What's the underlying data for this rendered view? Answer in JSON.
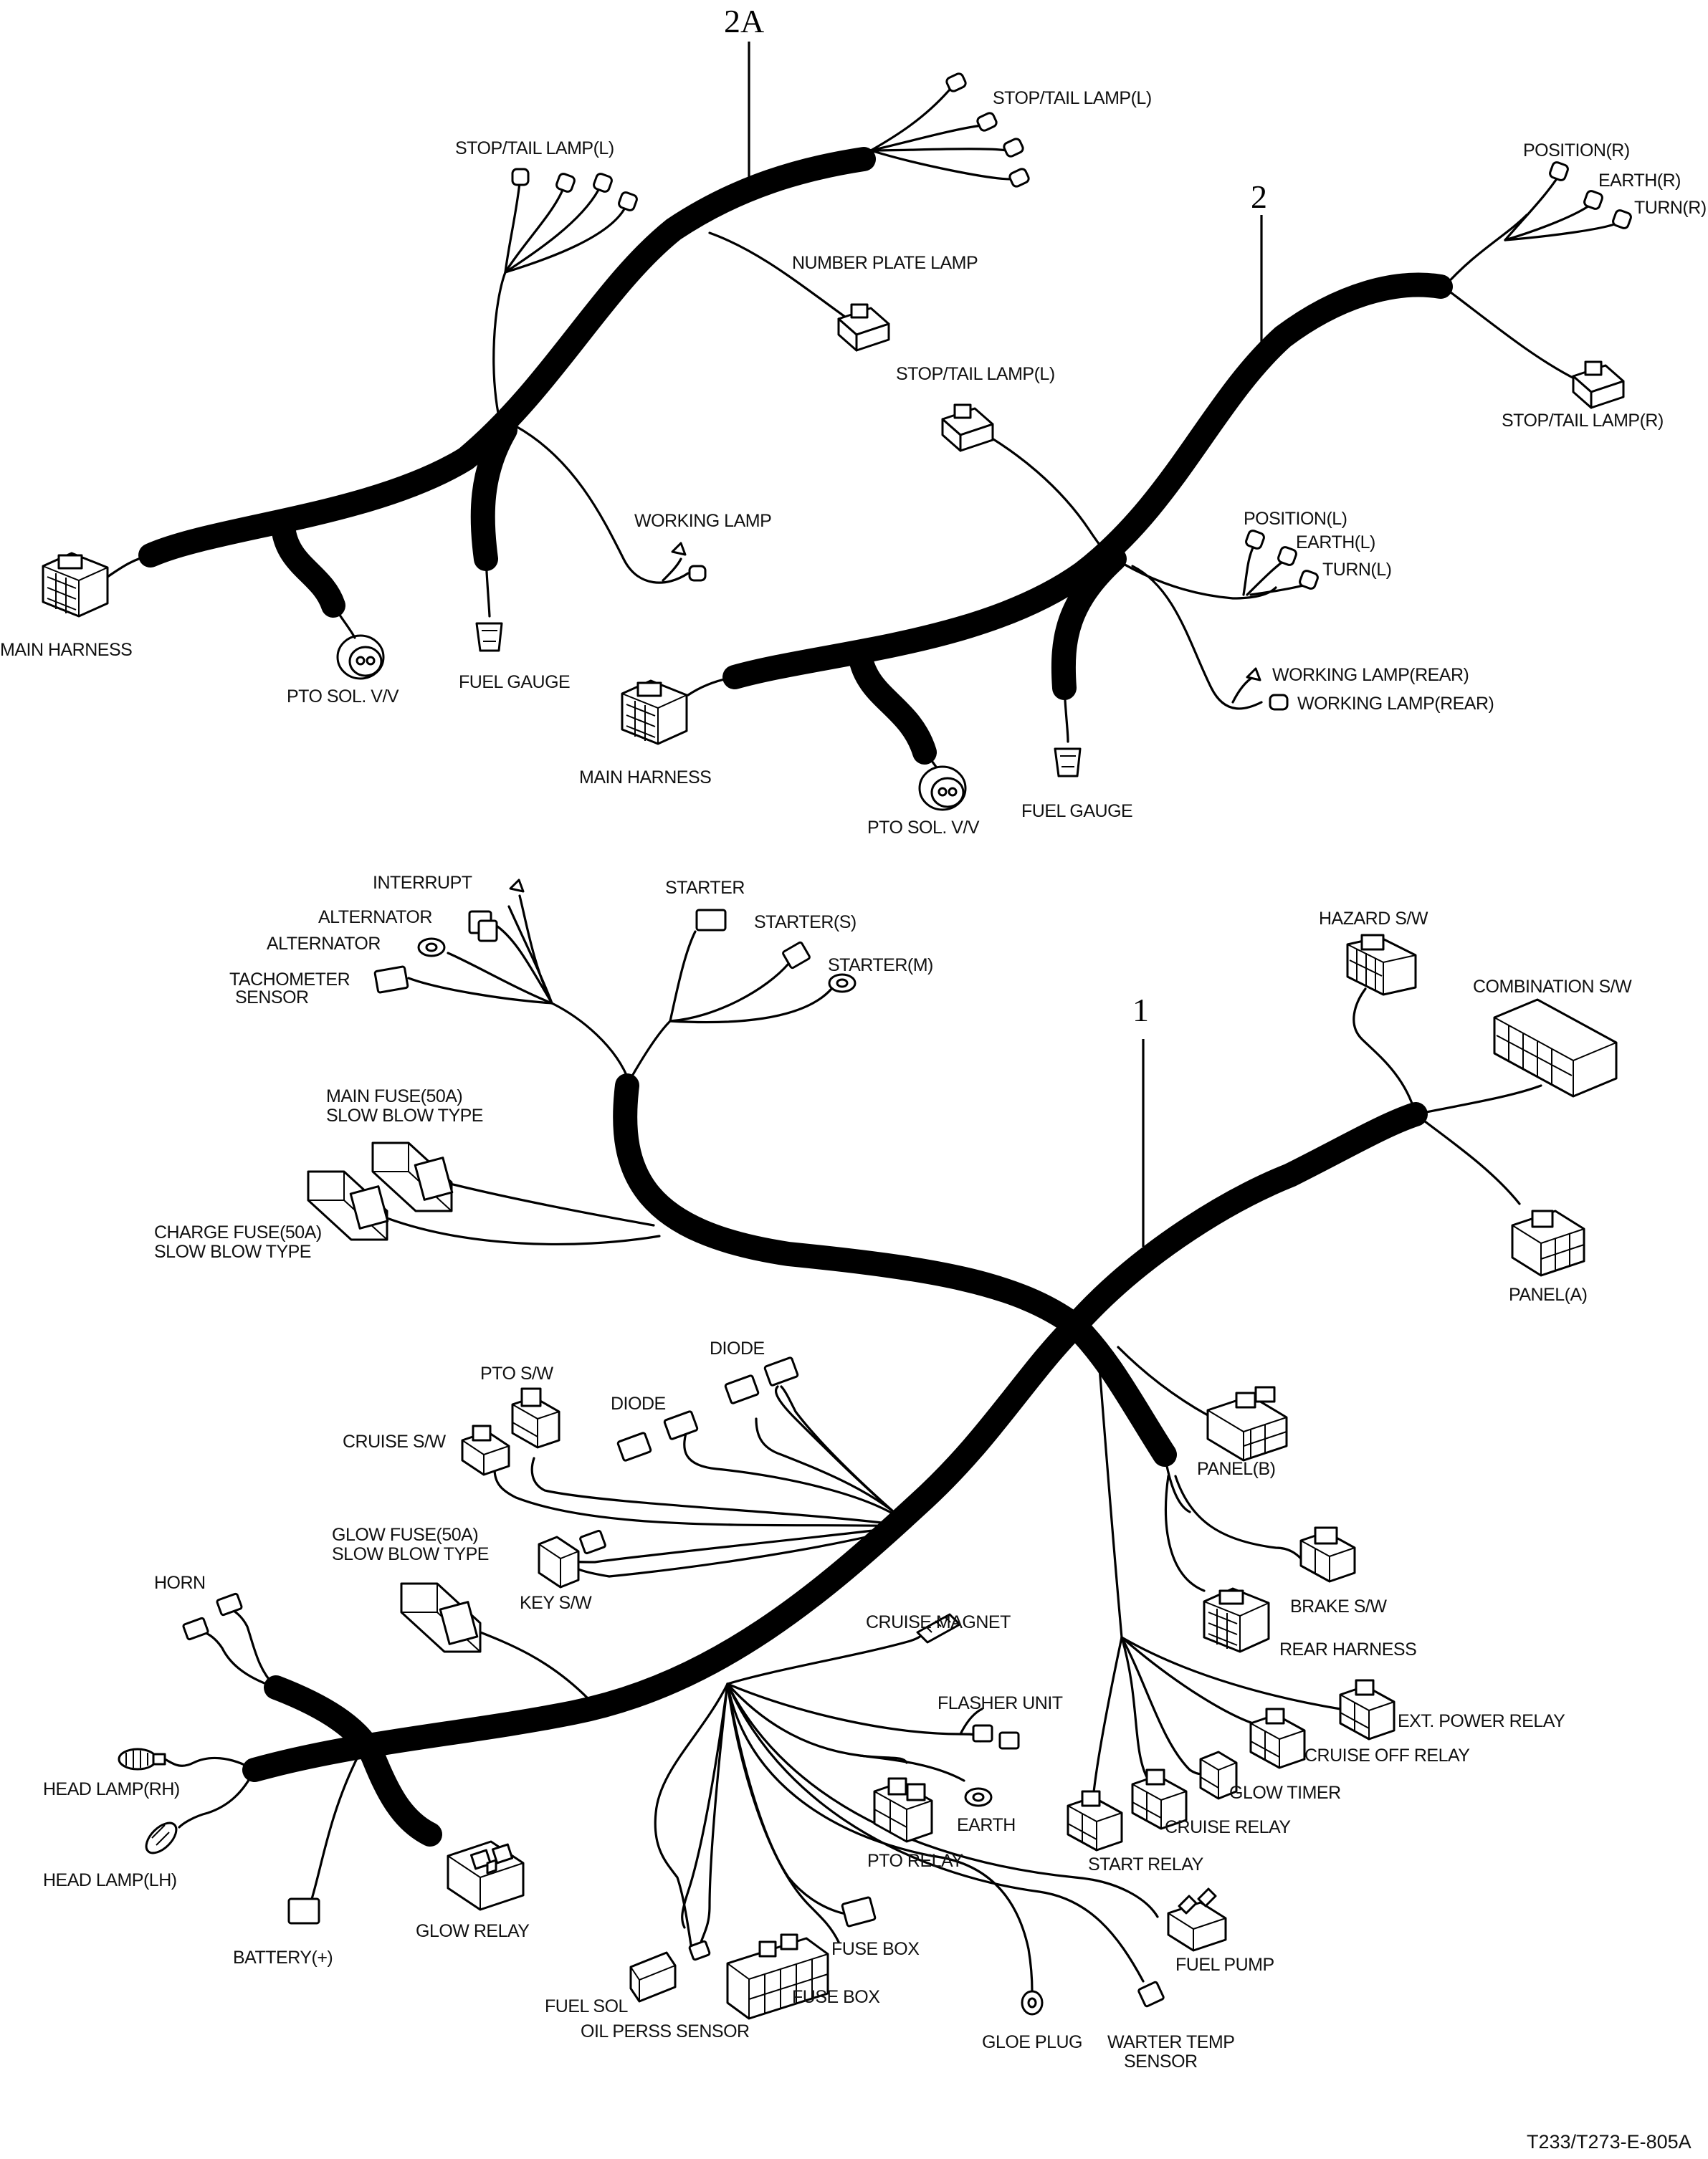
{
  "diagram": {
    "drawing_code": "T233/T273-E-805A",
    "harness_2a": {
      "ref": "2A",
      "labels": {
        "stop_tail_lamp_l_top": "STOP/TAIL LAMP(L)",
        "stop_tail_lamp_l_left": "STOP/TAIL LAMP(L)",
        "number_plate_lamp": "NUMBER PLATE  LAMP",
        "working_lamp": "WORKING LAMP",
        "main_harness": "MAIN HARNESS",
        "pto_sol_vv": "PTO SOL. V/V",
        "fuel_gauge": "FUEL GAUGE"
      }
    },
    "harness_2": {
      "ref": "2",
      "labels": {
        "position_r": "POSITION(R)",
        "earth_r": "EARTH(R)",
        "turn_r": "TURN(R)",
        "stop_tail_lamp_r": "STOP/TAIL LAMP(R)",
        "stop_tail_lamp_l": "STOP/TAIL LAMP(L)",
        "position_l": "POSITION(L)",
        "earth_l": "EARTH(L)",
        "turn_l": "TURN(L)",
        "working_lamp_rear_1": "WORKING LAMP(REAR)",
        "working_lamp_rear_2": "WORKING LAMP(REAR)",
        "main_harness": "MAIN HARNESS",
        "pto_sol_vv": "PTO SOL. V/V",
        "fuel_gauge": "FUEL GAUGE"
      }
    },
    "harness_1": {
      "ref": "1",
      "labels": {
        "interrupt": "INTERRUPT",
        "alternator_1": "ALTERNATOR",
        "alternator_2": "ALTERNATOR",
        "tachometer_sensor_1": "TACHOMETER",
        "tachometer_sensor_2": "SENSOR",
        "starter": "STARTER",
        "starter_s": "STARTER(S)",
        "starter_m": "STARTER(M)",
        "main_fuse_1": "MAIN FUSE(50A)",
        "main_fuse_2": "SLOW BLOW TYPE",
        "charge_fuse_1": "CHARGE FUSE(50A)",
        "charge_fuse_2": "SLOW BLOW TYPE",
        "hazard_sw": "HAZARD S/W",
        "combination_sw": "COMBINATION S/W",
        "panel_a": "PANEL(A)",
        "pto_sw": "PTO S/W",
        "diode_1": "DIODE",
        "diode_2": "DIODE",
        "cruise_sw": "CRUISE S/W",
        "panel_b": "PANEL(B)",
        "glow_fuse_1": "GLOW FUSE(50A)",
        "glow_fuse_2": "SLOW BLOW TYPE",
        "key_sw": "KEY S/W",
        "brake_sw": "BRAKE S/W",
        "rear_harness": "REAR HARNESS",
        "horn": "HORN",
        "cruise_magnet": "CRUISE MAGNET",
        "flasher_unit": "FLASHER UNIT",
        "ext_power_relay": "EXT. POWER RELAY",
        "cruise_off_relay": "CRUISE OFF RELAY",
        "glow_timer": "GLOW TIMER",
        "cruise_relay": "CRUISE RELAY",
        "start_relay": "START RELAY",
        "earth": "EARTH",
        "pto_relay": "PTO RELAY",
        "head_lamp_rh": "HEAD LAMP(RH)",
        "head_lamp_lh": "HEAD LAMP(LH)",
        "battery": "BATTERY(+)",
        "glow_relay": "GLOW RELAY",
        "fuse_box_1": "FUSE BOX",
        "fuse_box_2": "FUSE BOX",
        "fuel_sol": "FUEL SOL",
        "oil_press_sensor": "OIL PERSS SENSOR",
        "gloe_plug": "GLOE PLUG",
        "fuel_pump": "FUEL PUMP",
        "water_temp_sensor_1": "WARTER TEMP",
        "water_temp_sensor_2": "SENSOR"
      }
    }
  }
}
